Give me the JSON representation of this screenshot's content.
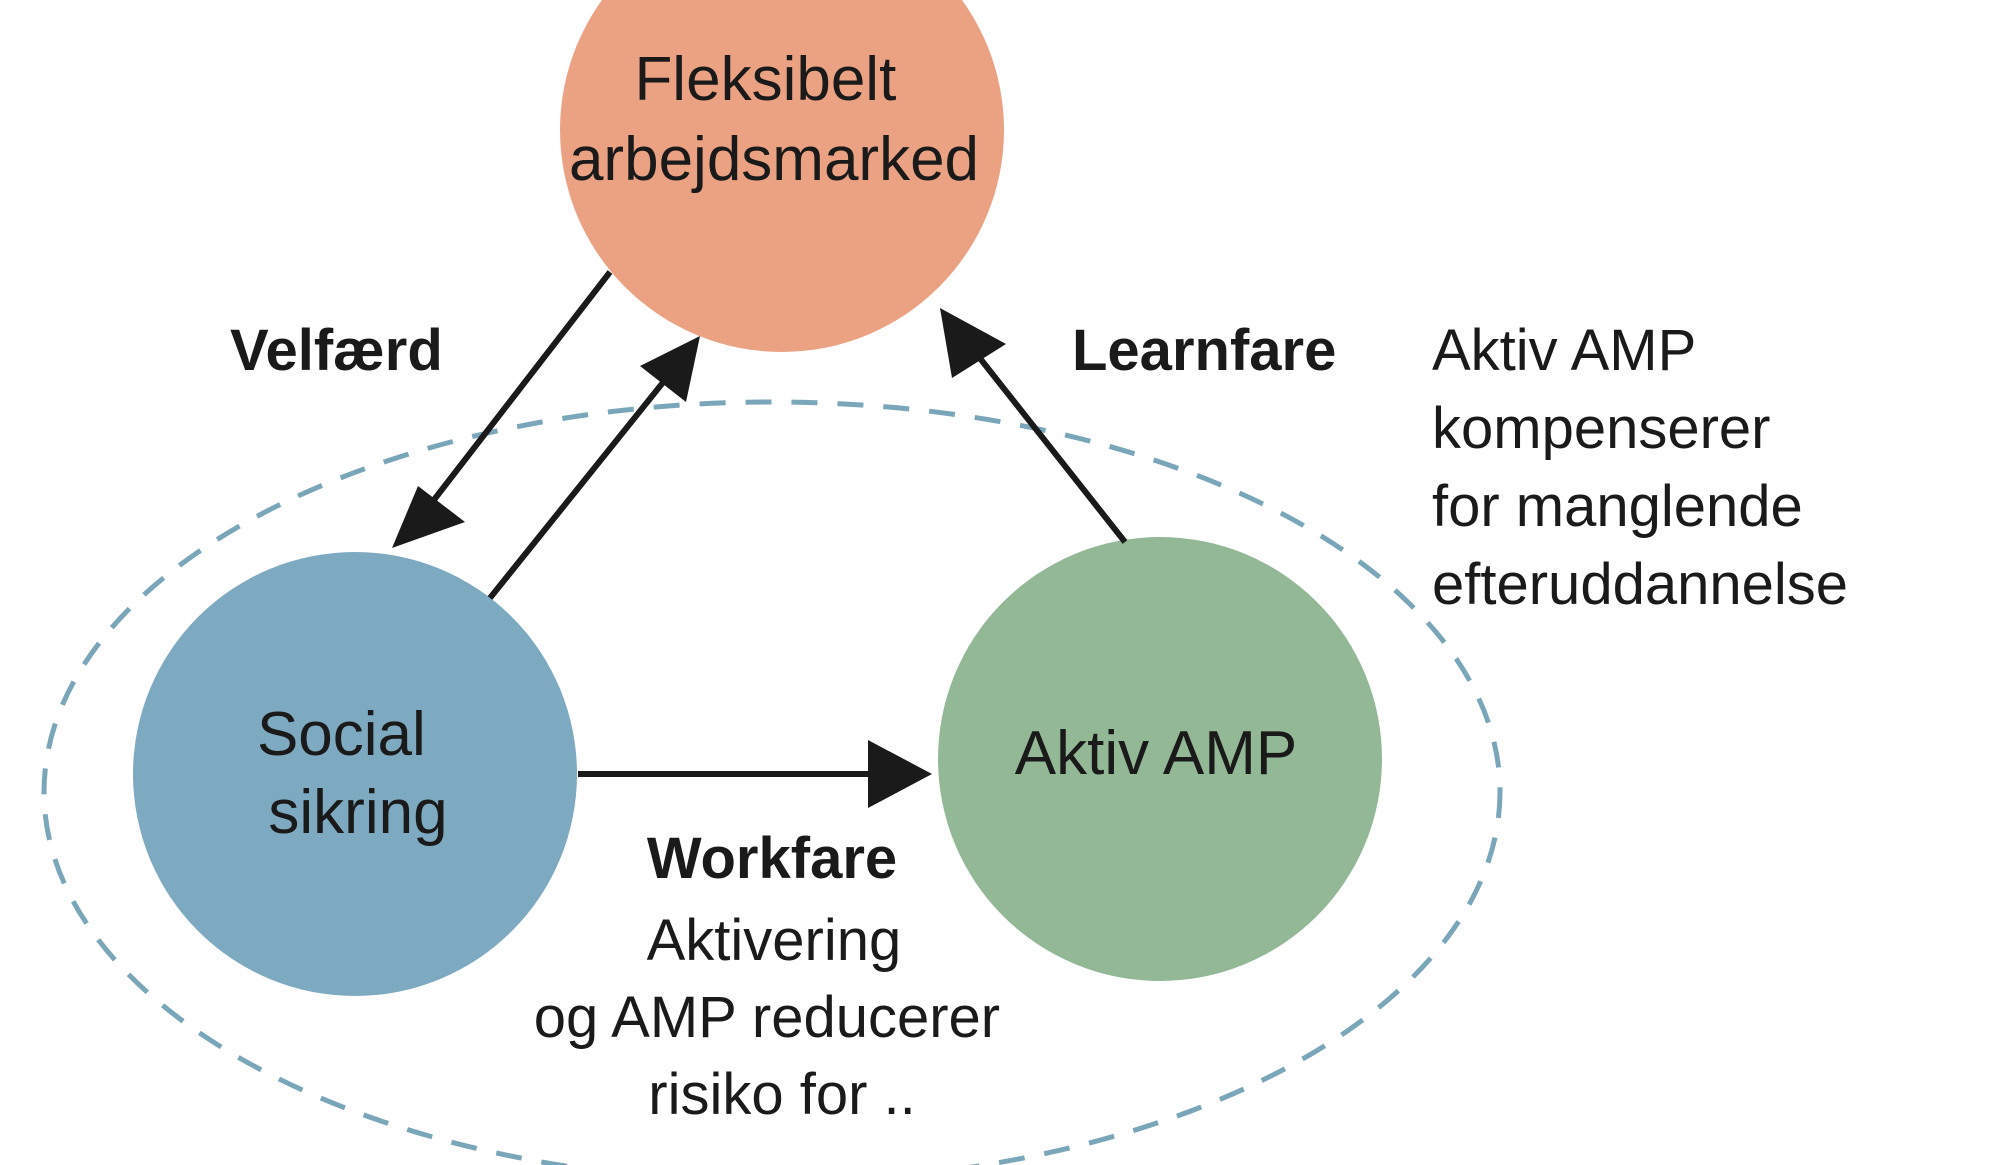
{
  "colors": {
    "fleksibelt": "#eba283",
    "social": "#7eaac1",
    "aktiv": "#93b896",
    "dashed_ellipse": "#7aa6ba",
    "arrow": "#1a1a1a",
    "text": "#1a1a1a"
  },
  "nodes": {
    "fleksibelt": {
      "line1": "Fleksibelt",
      "line2": "arbejdsmarked"
    },
    "social": {
      "line1": "Social",
      "line2": "sikring"
    },
    "aktiv": {
      "line1": "Aktiv AMP"
    }
  },
  "labels": {
    "velfaerd": "Velfærd",
    "learnfare": "Learnfare",
    "workfare": "Workfare",
    "workfare_desc": [
      "Aktivering",
      "og AMP reducerer",
      "risiko for .."
    ],
    "aktiv_desc": [
      "Aktiv AMP",
      "kompenserer",
      "for manglende",
      "efteruddannelse"
    ]
  }
}
